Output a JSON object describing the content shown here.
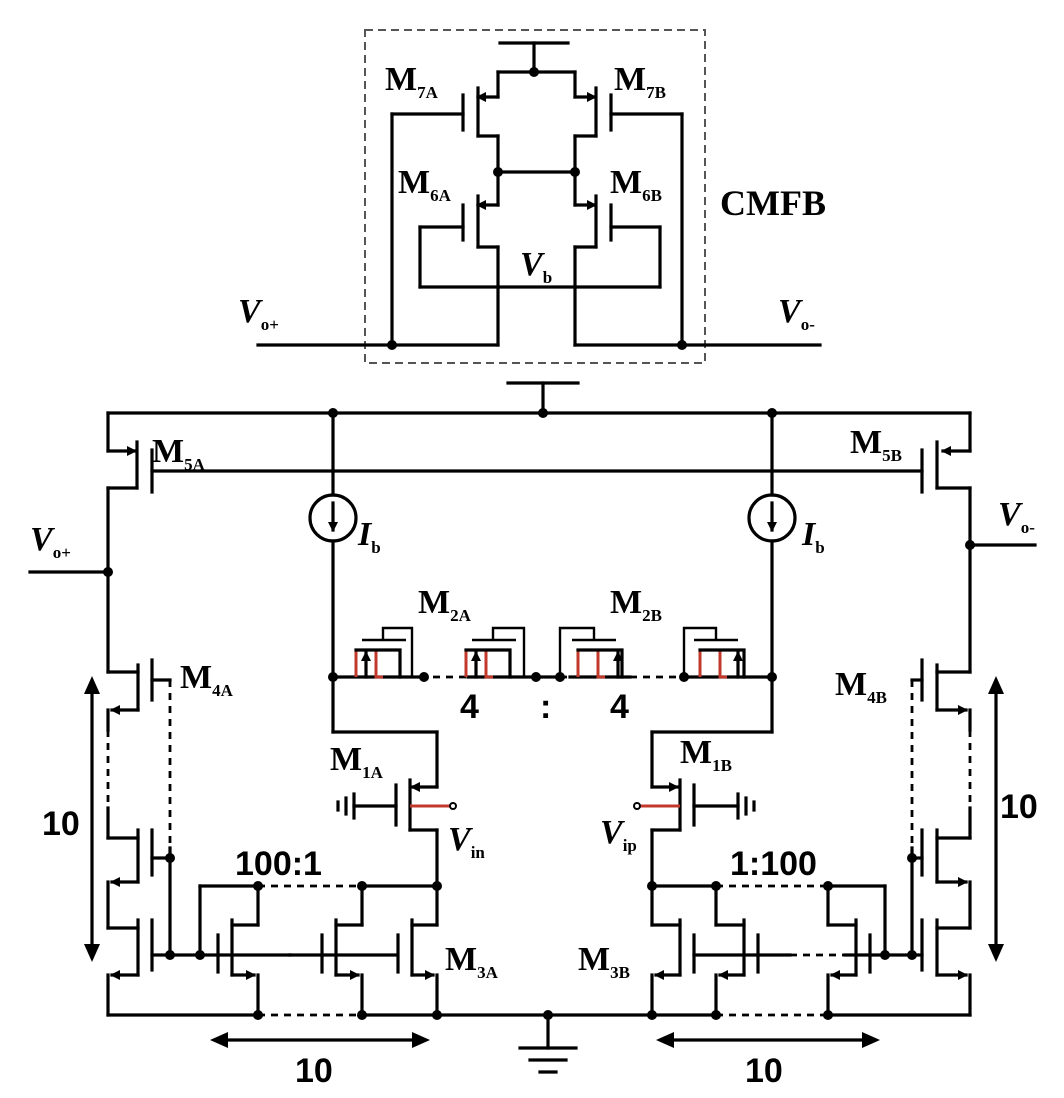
{
  "cmfb": {
    "title": "CMFB",
    "m7a": {
      "main": "M",
      "sub": "7A"
    },
    "m7b": {
      "main": "M",
      "sub": "7B"
    },
    "m6a": {
      "main": "M",
      "sub": "6A"
    },
    "m6b": {
      "main": "M",
      "sub": "6B"
    },
    "vb": {
      "main": "V",
      "sub": "b"
    },
    "vop": {
      "main": "V",
      "sub": "o+"
    },
    "von": {
      "main": "V",
      "sub": "o-"
    }
  },
  "main_amp": {
    "m5a": {
      "main": "M",
      "sub": "5A"
    },
    "m5b": {
      "main": "M",
      "sub": "5B"
    },
    "ib_left": {
      "main": "I",
      "sub": "b"
    },
    "ib_right": {
      "main": "I",
      "sub": "b"
    },
    "vop": {
      "main": "V",
      "sub": "o+"
    },
    "von": {
      "main": "V",
      "sub": "o-"
    },
    "m2a": {
      "main": "M",
      "sub": "2A"
    },
    "m2b": {
      "main": "M",
      "sub": "2B"
    },
    "ratio_2": {
      "left": "4",
      "sep": ":",
      "right": "4"
    },
    "m4a": {
      "main": "M",
      "sub": "4A"
    },
    "m4b": {
      "main": "M",
      "sub": "4B"
    },
    "m1a": {
      "main": "M",
      "sub": "1A"
    },
    "m1b": {
      "main": "M",
      "sub": "1B"
    },
    "vin": {
      "main": "V",
      "sub": "in"
    },
    "vip": {
      "main": "V",
      "sub": "ip"
    },
    "ratio_left": "100:1",
    "ratio_right": "1:100",
    "m3a": {
      "main": "M",
      "sub": "3A"
    },
    "m3b": {
      "main": "M",
      "sub": "3B"
    },
    "stack_left": "10",
    "stack_right": "10",
    "bottom_left": "10",
    "bottom_right": "10"
  }
}
